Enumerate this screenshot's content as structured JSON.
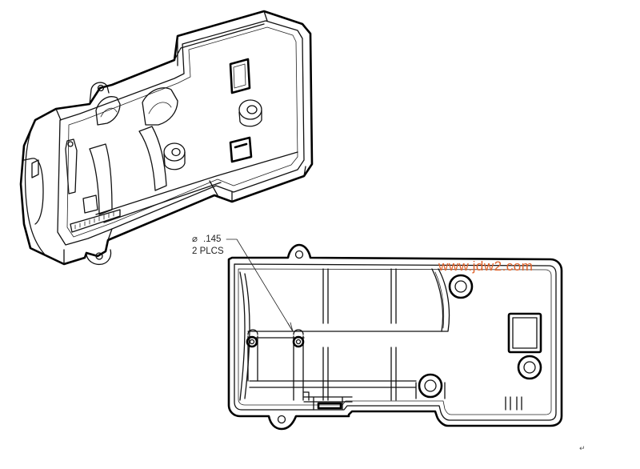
{
  "annotation": {
    "diameter_symbol": "⌀",
    "diameter_value": ".145",
    "quantity": "2 PLCS"
  },
  "watermark": {
    "text": "www.jdw2.com",
    "color": "#e0622a"
  },
  "corner_mark": "↵",
  "colors": {
    "line": "#111111",
    "background": "#ffffff"
  }
}
